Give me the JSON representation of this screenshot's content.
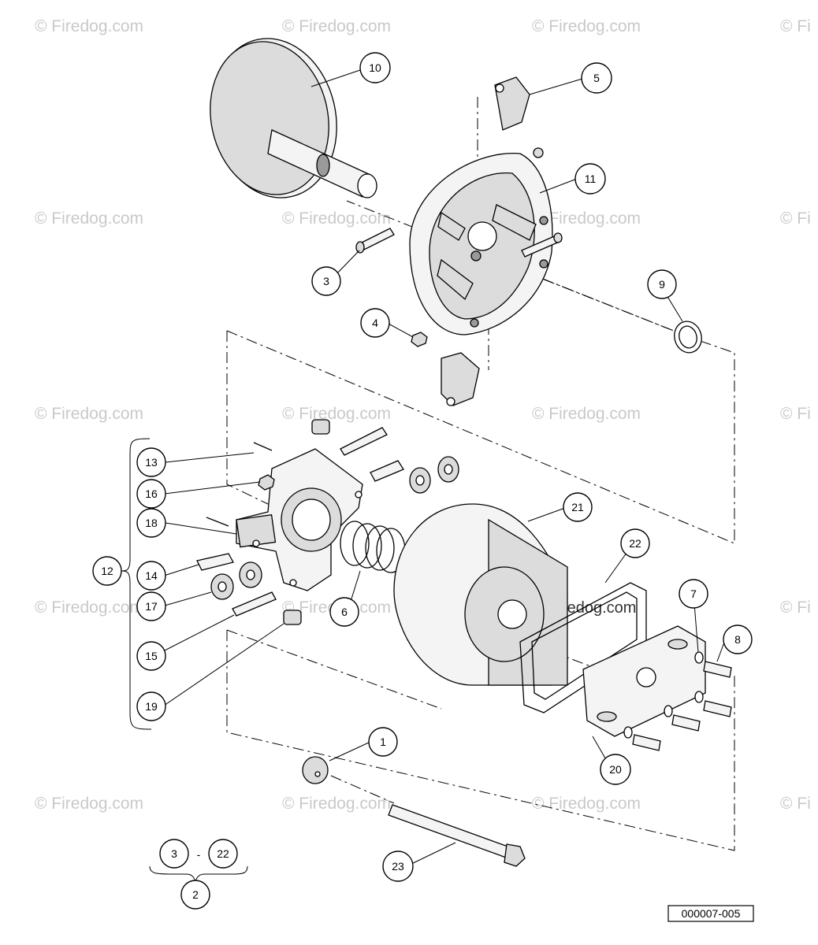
{
  "watermark": "© Firedog.com",
  "watermark_partial": "© Fi",
  "drawing_code": "000007-005",
  "callouts": [
    "10",
    "5",
    "11",
    "3",
    "9",
    "4",
    "13",
    "16",
    "18",
    "12",
    "14",
    "17",
    "15",
    "19",
    "6",
    "21",
    "22",
    "7",
    "8",
    "20",
    "1",
    "23",
    "3",
    "22",
    "2"
  ],
  "range_separator": "-"
}
